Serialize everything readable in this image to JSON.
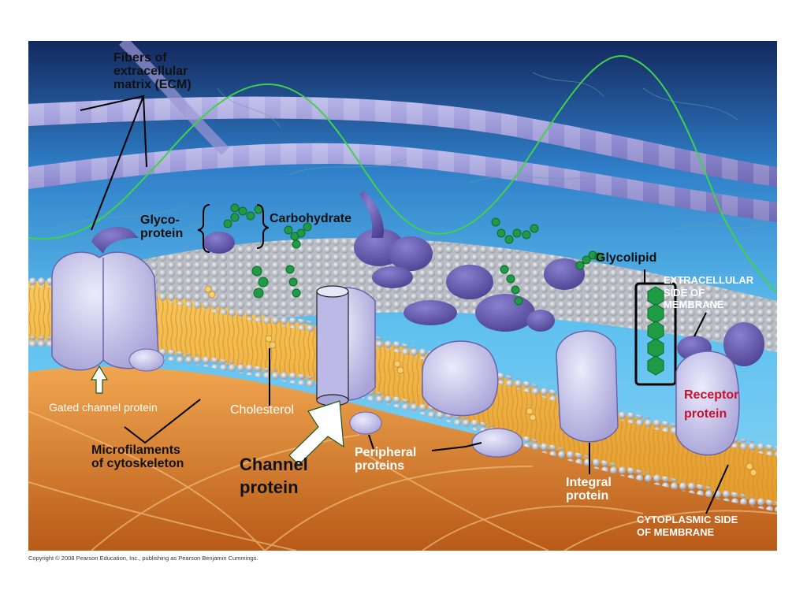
{
  "labels": {
    "ecm": [
      "Fibers of",
      "extracellular",
      "matrix (ECM)"
    ],
    "glycoprotein": [
      "Glyco-",
      "protein"
    ],
    "carbohydrate": "Carbohydrate",
    "glycolipid": "Glycolipid",
    "extracellular_side": [
      "EXTRACELLULAR",
      "SIDE OF",
      "MEMBRANE"
    ],
    "receptor_protein": [
      "Receptor",
      "protein"
    ],
    "gated_channel": "Gated channel protein",
    "cholesterol": "Cholesterol",
    "microfilaments": [
      "Microfilaments",
      "of cytoskeleton"
    ],
    "channel_protein": [
      "Channel",
      "protein"
    ],
    "peripheral_proteins": [
      "Peripheral",
      "proteins"
    ],
    "integral_protein": [
      "Integral",
      "protein"
    ],
    "cytoplasmic_side": [
      "CYTOPLASMIC SIDE",
      "OF MEMBRANE"
    ]
  },
  "copyright": "Copyright © 2008 Pearson Education, Inc., publishing as Pearson Benjamin Cummings.",
  "colors": {
    "background_top": "#15306b",
    "background_mid": "#3fa0dc",
    "cytoplasm": "#d8782a",
    "lipid_head": "#c8ccd2",
    "lipid_tail": "#f0b84a",
    "protein": "#c9c7e6",
    "protein_dark": "#5a4f9c",
    "carbohydrate": "#1f9a45",
    "receptor_label": "#c8102e"
  }
}
